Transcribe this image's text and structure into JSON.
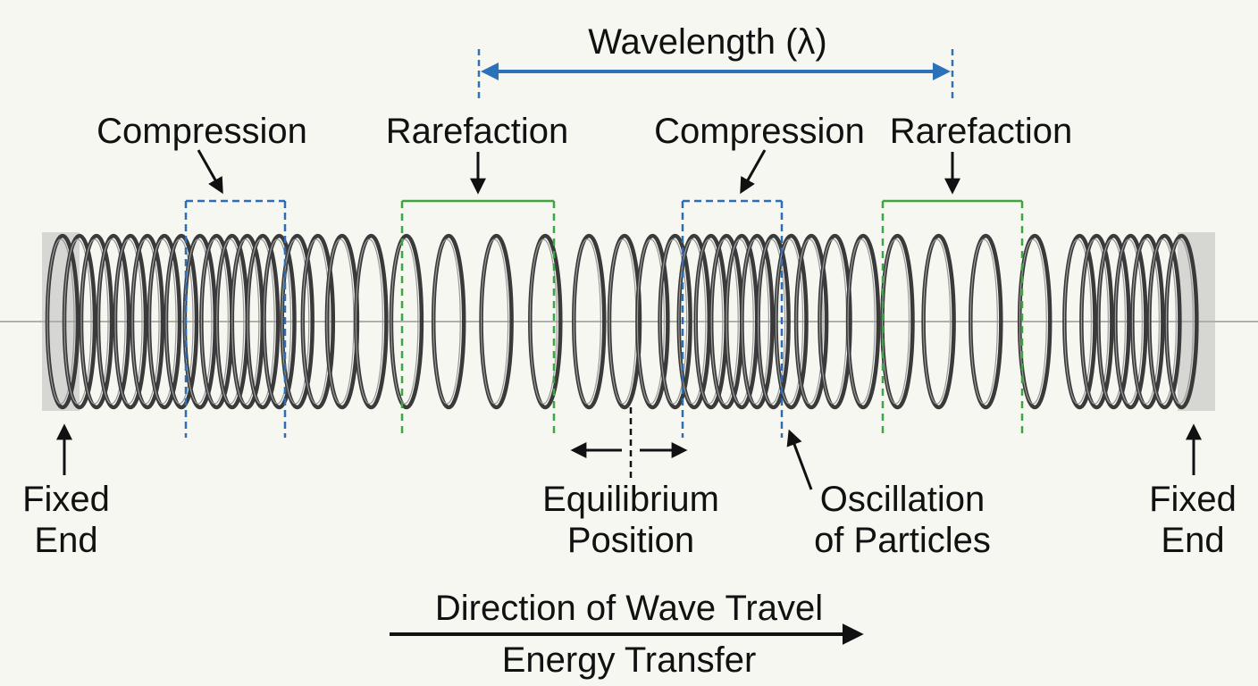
{
  "labels": {
    "wavelength": "Wavelength (λ)",
    "compression_1": "Compression",
    "rarefaction_1": "Rarefaction",
    "compression_2": "Compression",
    "rarefaction_2": "Rarefaction",
    "fixed_end_left": [
      "Fixed",
      "End"
    ],
    "fixed_end_right": [
      "Fixed",
      "End"
    ],
    "equilibrium": [
      "Equilibrium",
      "Position"
    ],
    "oscillation": [
      "Oscillation",
      "of Particles"
    ],
    "direction": "Direction of Wave Travel",
    "energy": "Energy Transfer"
  },
  "colors": {
    "compression": "#2e6db4",
    "rarefaction": "#3fa53f",
    "wavelength": "#2c72b8",
    "coil": "#3a3a3a",
    "background": "#f7f7f2"
  }
}
